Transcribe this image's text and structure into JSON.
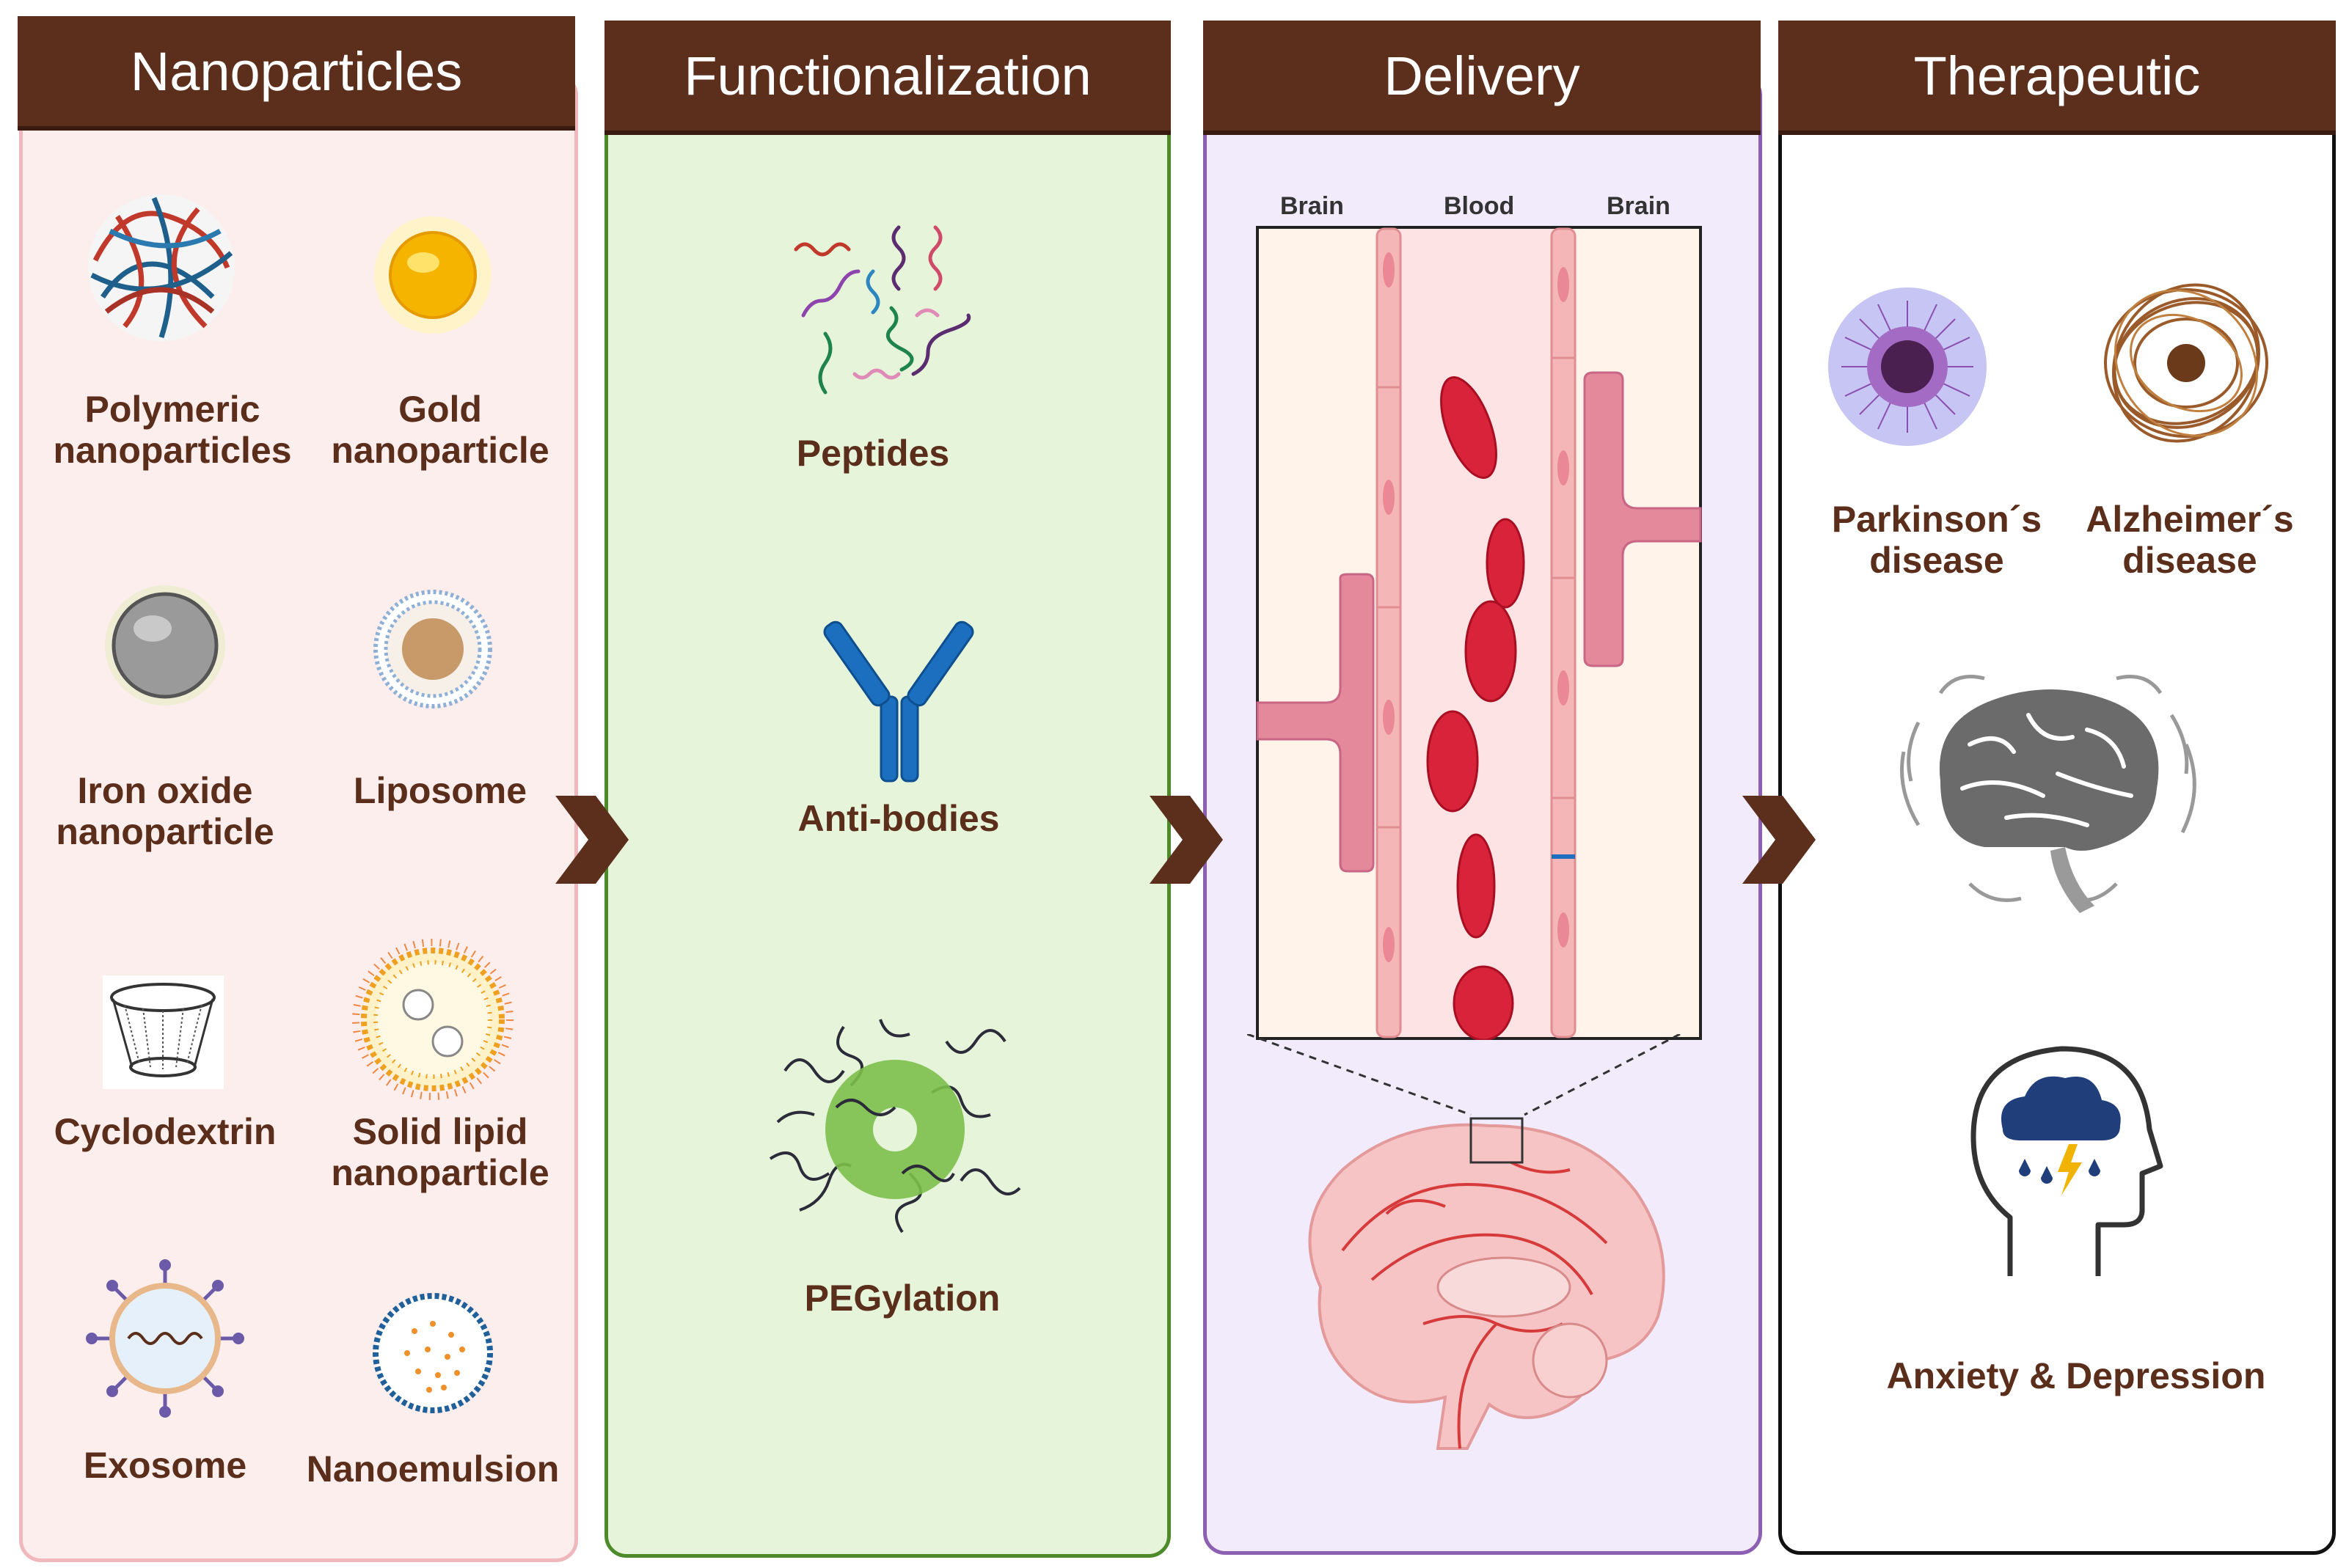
{
  "columns": [
    {
      "title": "Nanoparticles"
    },
    {
      "title": "Functionalization"
    },
    {
      "title": "Delivery"
    },
    {
      "title": "Therapeutic"
    }
  ],
  "nanoparticles": {
    "polymeric": "Polymeric nanoparticles",
    "gold": "Gold nanoparticle",
    "iron_oxide": "Iron oxide nanoparticle",
    "liposome": "Liposome",
    "cyclodextrin": "Cyclodextrin",
    "solid_lipid": "Solid lipid nanoparticle",
    "exosome": "Exosome",
    "nanoemulsion": "Nanoemulsion"
  },
  "functionalization": {
    "peptides": "Peptides",
    "antibodies": "Anti-bodies",
    "pegylation": "PEGylation"
  },
  "delivery": {
    "brain_left": "Brain",
    "blood": "Blood",
    "brain_right": "Brain"
  },
  "therapeutic": {
    "parkinsons": "Parkinson´s disease",
    "alzheimers": "Alzheimer´s disease",
    "anxiety": "Anxiety & Depression"
  },
  "colors": {
    "header_bg": "#5c2e1c",
    "label_text": "#5a2e1a",
    "panel1_bg": "#fdeeee",
    "panel2_bg": "#e6f4da",
    "panel3_bg": "#f1ebfb",
    "panel4_bg": "#ffffff"
  }
}
